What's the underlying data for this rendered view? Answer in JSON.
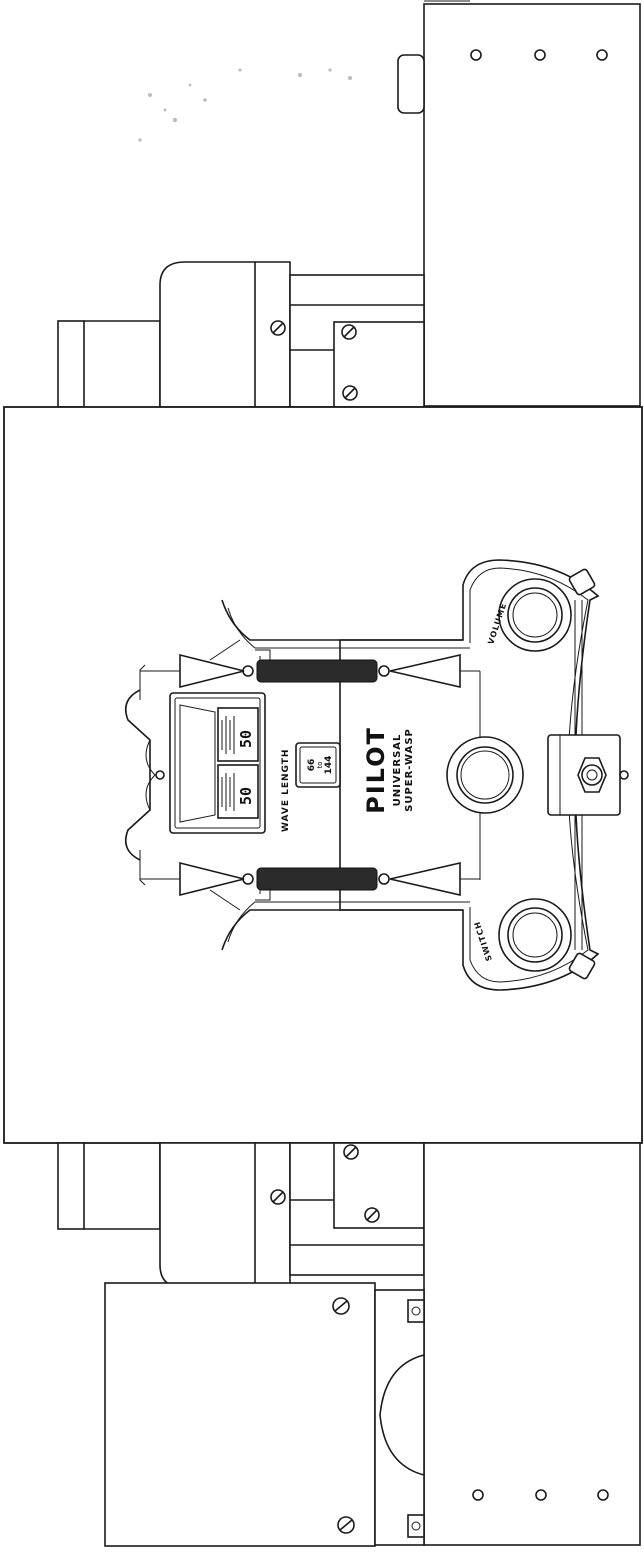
{
  "wave_length_label": "WAVE LENGTH",
  "dial_left_value": "50",
  "dial_right_value": "50",
  "range_top": "66",
  "range_mid": "to",
  "range_bottom": "144",
  "brand": "PILOT",
  "model_line1": "UNIVERSAL",
  "model_line2": "SUPER-WASP",
  "knob_right_label": "VOLUME",
  "knob_left_label": "SWITCH",
  "colors": {
    "ink": "#1a1a1a",
    "paper": "#ffffff"
  }
}
